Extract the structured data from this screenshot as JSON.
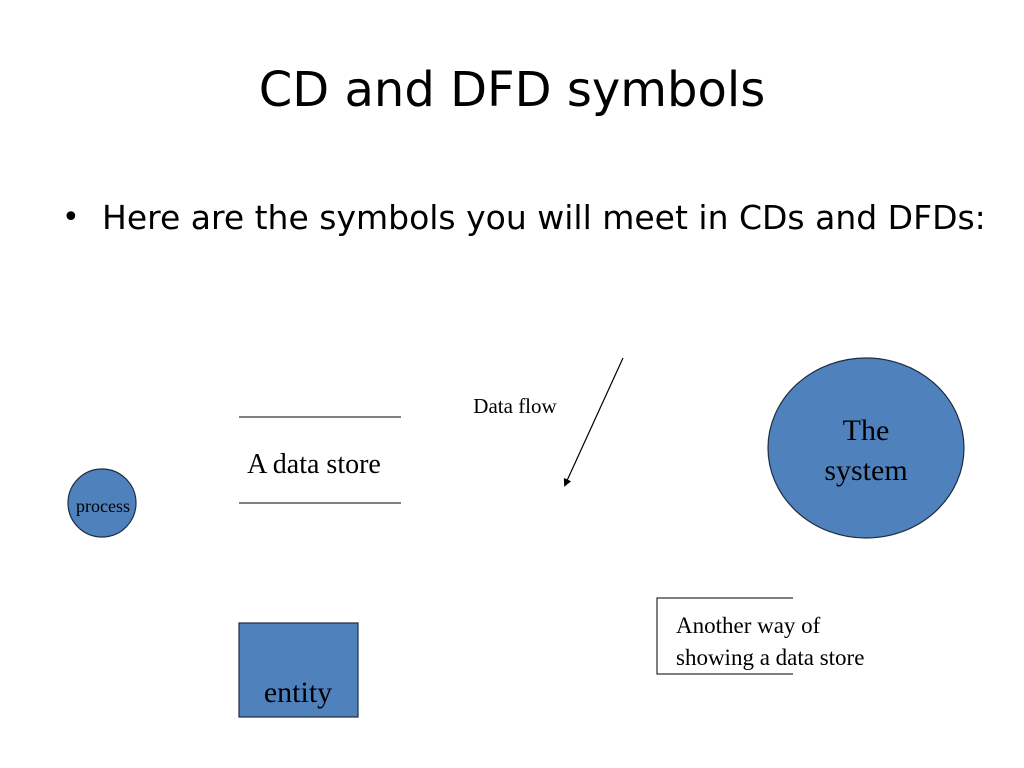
{
  "slide": {
    "title": "CD and DFD symbols",
    "bullets": [
      "Here are the symbols you will meet in CDs and DFDs:"
    ],
    "bullet_glyph": "•"
  },
  "diagram": {
    "process_label": "process",
    "data_store_label": "A data store",
    "data_flow_label": "Data flow",
    "system_label_line1": "The",
    "system_label_line2": "system",
    "entity_label": "entity",
    "alt_data_store_line1": "Another way of",
    "alt_data_store_line2": "showing a data store",
    "colors": {
      "shape_fill": "#4f81bd",
      "shape_stroke": "#1f2d44",
      "line": "#000000",
      "text": "#000000"
    }
  }
}
